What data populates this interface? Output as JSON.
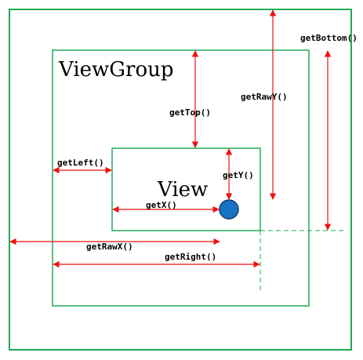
{
  "diagram": {
    "titles": {
      "viewgroup": "ViewGroup",
      "view": "View"
    },
    "labels": {
      "get_top": "getTop()",
      "get_raw_y": "getRawY()",
      "get_bottom": "getBottom()",
      "get_left": "getLeft()",
      "get_y": "getY()",
      "get_x": "getX()",
      "get_raw_x": "getRawX()",
      "get_right": "getRight()"
    },
    "colors": {
      "box_stroke": "#22aa55",
      "arrow": "#ee1111",
      "touch_point_fill": "#1a72c4",
      "touch_point_stroke": "#0d3f70"
    }
  }
}
